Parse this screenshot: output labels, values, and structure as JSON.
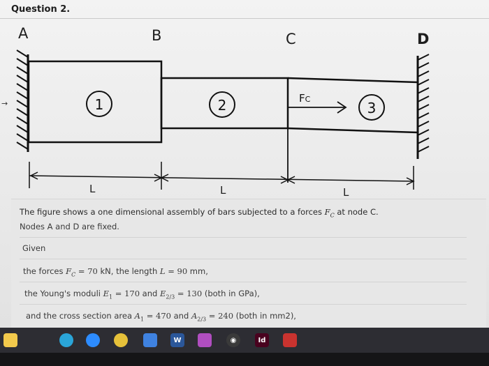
{
  "question": {
    "title": "Question 2."
  },
  "figure": {
    "nodes": [
      "A",
      "B",
      "C",
      "D"
    ],
    "bars": [
      "1",
      "2",
      "3"
    ],
    "force_label": "F",
    "force_sub": "C",
    "length_labels": [
      "L",
      "L",
      "L"
    ]
  },
  "description": {
    "line1_pre": "The figure shows a one dimensional assembly of bars subjected to a forces ",
    "line1_force": "F",
    "line1_force_sub": "C",
    "line1_post": " at node C.",
    "line2": "Nodes A and D are fixed.",
    "given": "Given",
    "forces_pre": "the forces ",
    "forces_sym": "F",
    "forces_sym_sub": "C",
    "forces_eq": " = 70",
    "forces_mid": " kN, the length ",
    "length_sym": "L",
    "length_eq": " = 90",
    "length_post": " mm,",
    "moduli_pre": "the Young's moduli ",
    "moduli_e1": "E",
    "moduli_e1_sub": "1",
    "moduli_eq1": " = 170",
    "moduli_and": " and ",
    "moduli_e23": "E",
    "moduli_e23_sub": "2/3",
    "moduli_eq2": " = 130",
    "moduli_post": " (both in GPa),",
    "area_pre": "and the cross section area ",
    "area_a1": "A",
    "area_a1_sub": "1",
    "area_eq1": " = 470",
    "area_and": " and ",
    "area_a23": "A",
    "area_a23_sub": "2/3",
    "area_eq2": " = 240",
    "area_post": " (both in mm2),"
  },
  "taskbar": {
    "apps": [
      {
        "name": "file-explorer-icon",
        "color": "#f2c94c",
        "glyph": ""
      },
      {
        "name": "edge-icon",
        "color": "#2aa5d8",
        "glyph": ""
      },
      {
        "name": "zoom-icon",
        "color": "#2d8cff",
        "glyph": ""
      },
      {
        "name": "chrome-icon",
        "color": "#e6c13a",
        "glyph": ""
      },
      {
        "name": "store-icon",
        "color": "#3f82e0",
        "glyph": ""
      },
      {
        "name": "word-icon",
        "color": "#2b579a",
        "glyph": "W"
      },
      {
        "name": "photos-icon",
        "color": "#b04ec0",
        "glyph": ""
      },
      {
        "name": "record-icon",
        "color": "#3a3a3a",
        "glyph": "◉"
      },
      {
        "name": "indesign-icon",
        "color": "#49021f",
        "glyph": "Id"
      },
      {
        "name": "app-icon",
        "color": "#c9332f",
        "glyph": ""
      }
    ]
  }
}
